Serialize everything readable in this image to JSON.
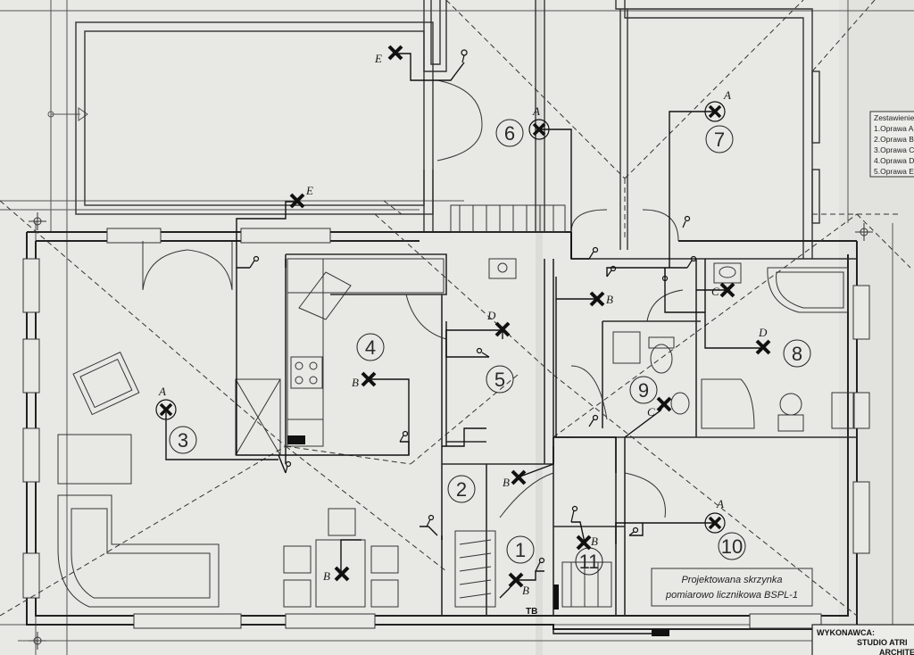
{
  "rooms": [
    {
      "number": "1"
    },
    {
      "number": "2"
    },
    {
      "number": "3"
    },
    {
      "number": "4"
    },
    {
      "number": "5"
    },
    {
      "number": "6"
    },
    {
      "number": "7"
    },
    {
      "number": "8"
    },
    {
      "number": "9"
    },
    {
      "number": "10"
    },
    {
      "number": "11"
    }
  ],
  "fixtures": [
    {
      "letter": "E"
    },
    {
      "letter": "E"
    },
    {
      "letter": "A"
    },
    {
      "letter": "A"
    },
    {
      "letter": "A"
    },
    {
      "letter": "B"
    },
    {
      "letter": "D"
    },
    {
      "letter": "B"
    },
    {
      "letter": "C"
    },
    {
      "letter": "D"
    },
    {
      "letter": "C"
    },
    {
      "letter": "B"
    },
    {
      "letter": "A"
    },
    {
      "letter": "B"
    },
    {
      "letter": "B"
    },
    {
      "letter": "B"
    }
  ],
  "legend": {
    "title": "Zestawienie",
    "items": [
      "1.Oprawa A",
      "2.Oprawa B",
      "3.Oprawa C",
      "4.Oprawa D",
      "5.Oprawa E"
    ]
  },
  "meter_box": {
    "line1": "Projektowana skrzynka",
    "line2": "pomiarowo licznikowa BSPL-1"
  },
  "tb_label": "TB",
  "stamp": {
    "label": "WYKONAWCA:",
    "company": "STUDIO ATRI",
    "sub": "ARCHITE"
  }
}
